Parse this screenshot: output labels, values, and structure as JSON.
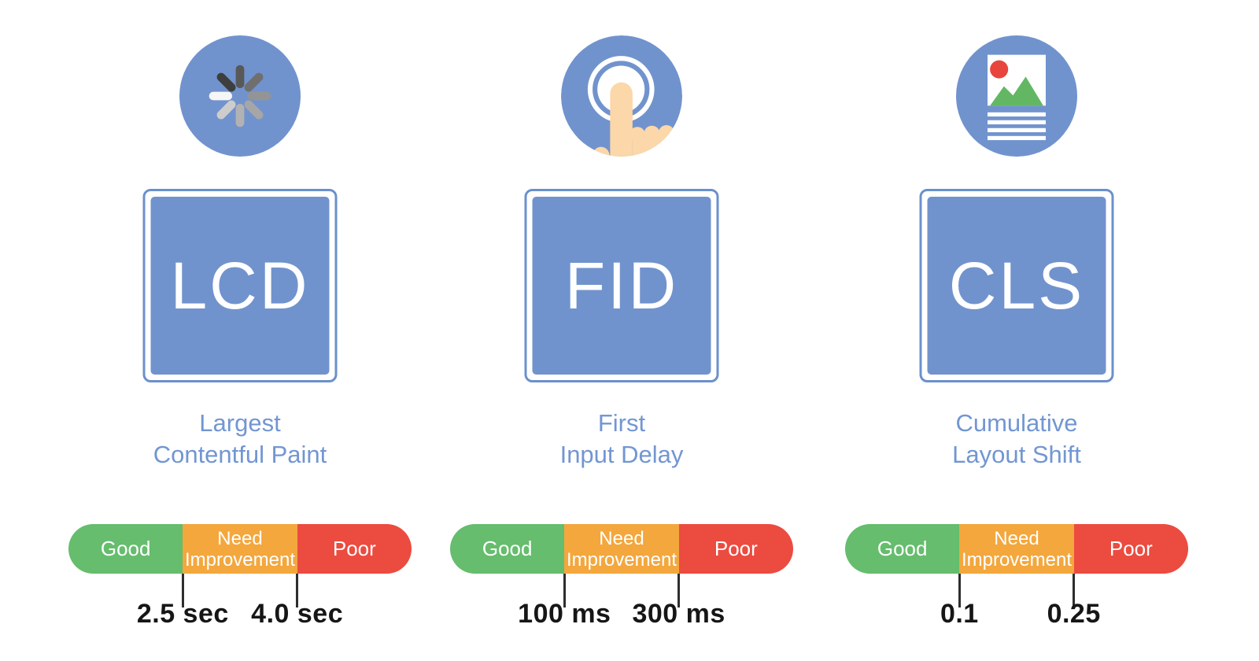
{
  "page": {
    "background": "#ffffff"
  },
  "colors": {
    "brand_blue": "#7193cd",
    "blue_border": "#6b90cc",
    "title_blue": "#7296d2",
    "good_green": "#65bd6d",
    "need_orange": "#f3a73d",
    "poor_red": "#ec4b40",
    "threshold_text": "#161616",
    "tick": "#2e2e2e",
    "finger_skin": "#fbd7a9",
    "sun_red": "#e8453c",
    "mountain_green": "#63b763"
  },
  "metrics": [
    {
      "abbr": "LCD",
      "icon": "loading-spinner-icon",
      "name_line1": "Largest",
      "name_line2": "Contentful Paint",
      "scale": {
        "good": "Good",
        "need_line1": "Need",
        "need_line2": "Improvement",
        "poor": "Poor"
      },
      "thresholds": {
        "good_max": "2.5 sec",
        "poor_min": "4.0 sec"
      }
    },
    {
      "abbr": "FID",
      "icon": "tap-finger-icon",
      "name_line1": "First",
      "name_line2": "Input Delay",
      "scale": {
        "good": "Good",
        "need_line1": "Need",
        "need_line2": "Improvement",
        "poor": "Poor"
      },
      "thresholds": {
        "good_max": "100 ms",
        "poor_min": "300 ms"
      }
    },
    {
      "abbr": "CLS",
      "icon": "page-layout-image-icon",
      "name_line1": "Cumulative",
      "name_line2": "Layout Shift",
      "scale": {
        "good": "Good",
        "need_line1": "Need",
        "need_line2": "Improvement",
        "poor": "Poor"
      },
      "thresholds": {
        "good_max": "0.1",
        "poor_min": "0.25"
      }
    }
  ]
}
